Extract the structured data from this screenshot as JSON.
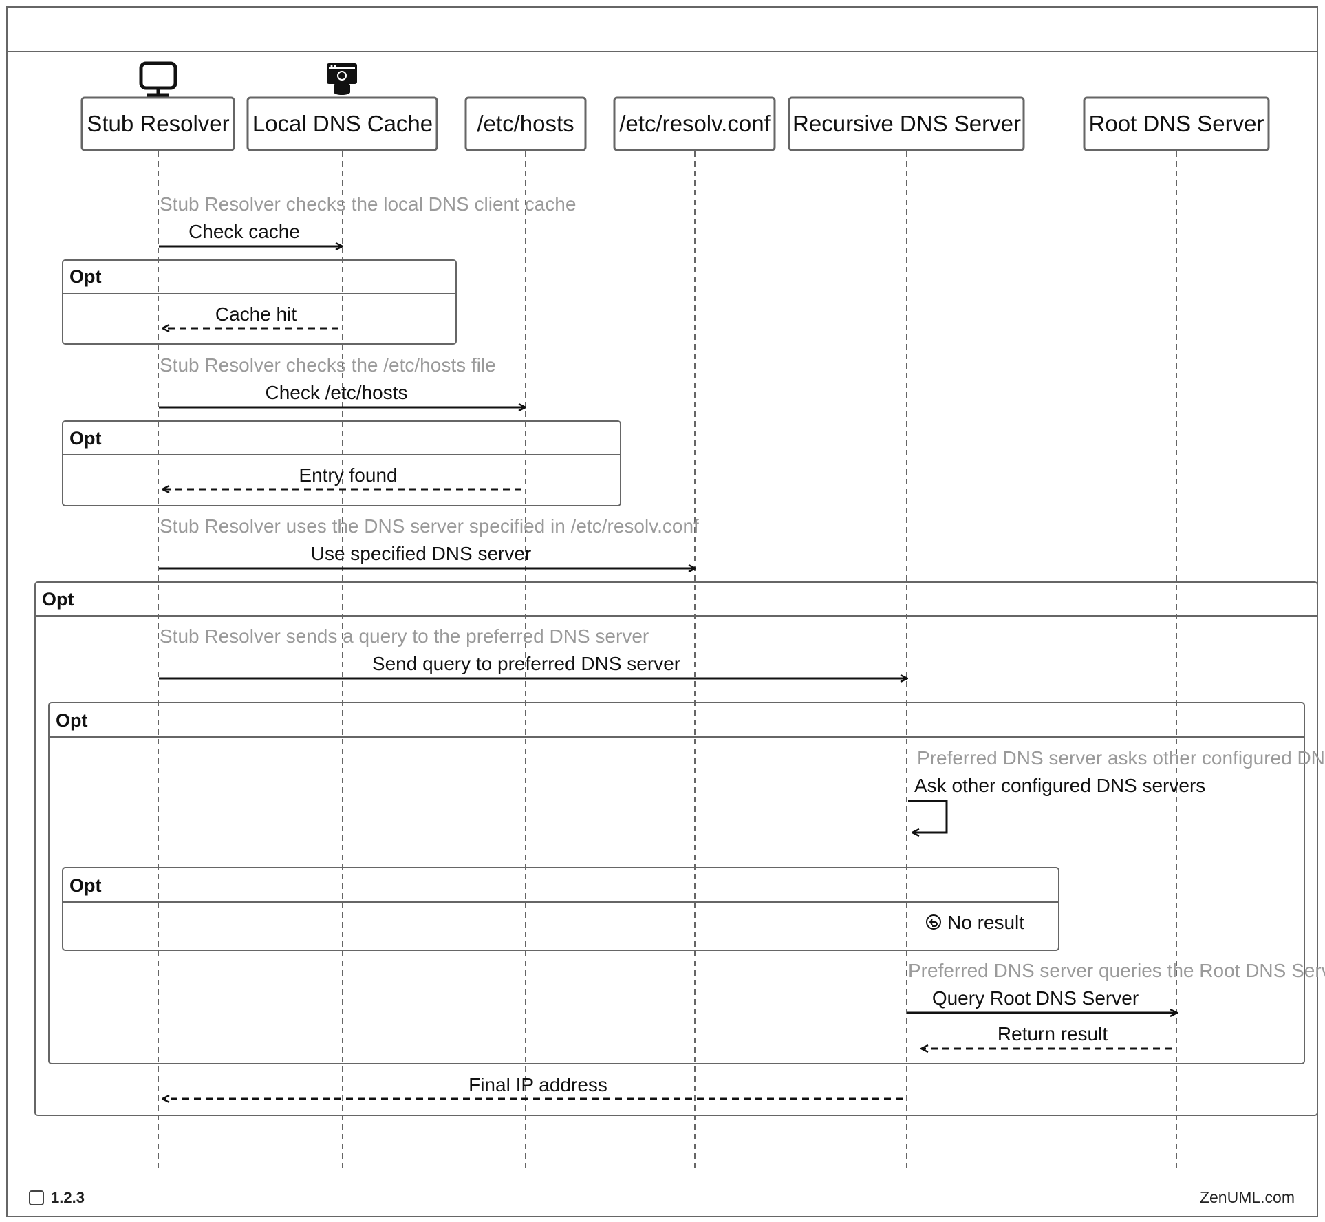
{
  "participants": [
    {
      "id": "stub",
      "label": "Stub Resolver",
      "icon": "monitor-icon"
    },
    {
      "id": "cache",
      "label": "Local DNS Cache",
      "icon": "database-icon"
    },
    {
      "id": "hosts",
      "label": "/etc/hosts"
    },
    {
      "id": "resolv",
      "label": "/etc/resolv.conf"
    },
    {
      "id": "recursive",
      "label": "Recursive DNS Server"
    },
    {
      "id": "root",
      "label": "Root DNS Server"
    }
  ],
  "fragments": [
    {
      "kind": "Opt"
    },
    {
      "kind": "Opt"
    },
    {
      "kind": "Opt"
    },
    {
      "kind": "Opt"
    },
    {
      "kind": "Opt"
    }
  ],
  "comments": [
    "Stub Resolver checks the local DNS client cache",
    "Stub Resolver checks the /etc/hosts file",
    "Stub Resolver uses the DNS server specified in /etc/resolv.conf",
    "Stub Resolver sends a query to the preferred DNS server",
    "Preferred DNS server asks other configured DNS",
    "Preferred DNS server queries the Root DNS Serv"
  ],
  "messages": [
    {
      "from": "stub",
      "to": "cache",
      "label": "Check cache",
      "style": "solid"
    },
    {
      "from": "cache",
      "to": "stub",
      "label": "Cache hit",
      "style": "dashed"
    },
    {
      "from": "stub",
      "to": "hosts",
      "label": "Check /etc/hosts",
      "style": "solid"
    },
    {
      "from": "hosts",
      "to": "stub",
      "label": "Entry found",
      "style": "dashed"
    },
    {
      "from": "stub",
      "to": "resolv",
      "label": "Use specified DNS server",
      "style": "solid"
    },
    {
      "from": "stub",
      "to": "recursive",
      "label": "Send query to preferred DNS server",
      "style": "solid"
    },
    {
      "from": "recursive",
      "to": "recursive",
      "label": "Ask other configured DNS servers",
      "style": "self"
    },
    {
      "from": "recursive",
      "to": "root",
      "label": "Query Root DNS Server",
      "style": "solid"
    },
    {
      "from": "root",
      "to": "recursive",
      "label": "Return result",
      "style": "dashed"
    },
    {
      "from": "recursive",
      "to": "stub",
      "label": "Final IP address",
      "style": "dashed"
    }
  ],
  "return_statement": {
    "icon": "return-icon",
    "label": "No result"
  },
  "footer": {
    "version": "1.2.3",
    "brand": "ZenUML.com"
  }
}
